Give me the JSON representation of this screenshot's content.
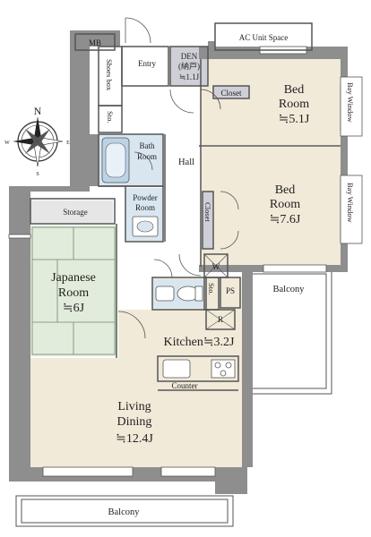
{
  "rooms": {
    "mb": "MB",
    "ac_unit": "AC Unit Space",
    "entry": "Entry",
    "shoes_box": "Shoes box",
    "den": {
      "line1": "DEN",
      "line2": "(納戸)",
      "line3": "≒1.1J"
    },
    "closet_bed1": "Closet",
    "bed1": {
      "line1": "Bed",
      "line2": "Room",
      "line3": "≒5.1J"
    },
    "bay_window_1": "Bay Window",
    "sto_entry": "Sto.",
    "hall": "Hall",
    "bath": {
      "line1": "Bath",
      "line2": "Room"
    },
    "powder": {
      "line1": "Powder",
      "line2": "Room"
    },
    "bed2": {
      "line1": "Bed",
      "line2": "Room",
      "line3": "≒7.6J"
    },
    "bay_window_2": "Bay Window",
    "closet_bed2": "Closet",
    "storage": "Storage",
    "w": "W",
    "japanese": {
      "line1": "Japanese",
      "line2": "Room",
      "line3": "≒6J"
    },
    "sto_toilet": "Sto.",
    "ps": "PS",
    "balcony_right": "Balcony",
    "r": "R",
    "kitchen": "Kitchen≒3.2J",
    "counter": "Counter",
    "living": {
      "line1": "Living",
      "line2": "Dining",
      "line3": "≒12.4J"
    },
    "balcony_bottom": "Balcony"
  },
  "compass": {
    "n": "N",
    "s": "S",
    "e": "E",
    "w": "W"
  },
  "colors": {
    "wall": "#8e8e8e",
    "bedroom_floor": "#f1ead9",
    "living_floor": "#f1ead9",
    "tatami": "#e2ecdc",
    "wet_area": "#d9e6f0",
    "den_floor": "#cfcfd8",
    "line": "#555555"
  }
}
